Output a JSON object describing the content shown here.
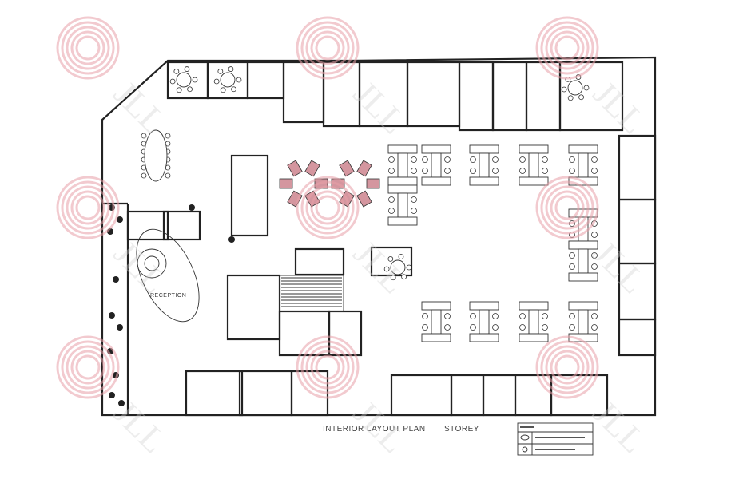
{
  "drawing": {
    "title": "INTERIOR LAYOUT PLAN",
    "subtitle": "STOREY",
    "room_label_reception": "RECEPTION"
  },
  "watermark": {
    "brand": "JLL",
    "logo_color": "#e8a0a8",
    "text_color": "#cfcfcf"
  },
  "colors": {
    "linework": "#222222",
    "highlight_workstations": "#b04050"
  }
}
